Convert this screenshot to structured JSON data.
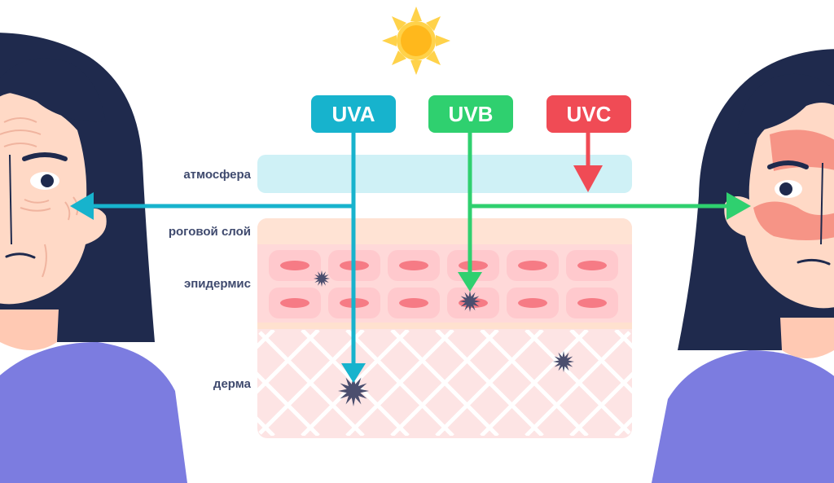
{
  "layer_labels": {
    "atmosphere": "атмосфера",
    "stratum_corneum": "роговой слой",
    "epidermis": "эпидермис",
    "dermis": "дерма"
  },
  "rays": [
    {
      "id": "uva",
      "label": "UVA",
      "color": "#17b3cd",
      "reaches": "dermis"
    },
    {
      "id": "uvb",
      "label": "UVB",
      "color": "#2fd06f",
      "reaches": "epidermis"
    },
    {
      "id": "uvc",
      "label": "UVC",
      "color": "#f04b55",
      "reaches": "atmosphere"
    }
  ],
  "colors": {
    "sun": "#ffb81c",
    "atmosphere": "#cff1f6",
    "stratum": "#ffe3d4",
    "epidermis": "#ffd9d9",
    "dermis": "#fde4e4",
    "hair": "#1f2a4d",
    "skin": "#ffd9c6",
    "shirt": "#7c7ce0",
    "redness": "#f5877a"
  }
}
